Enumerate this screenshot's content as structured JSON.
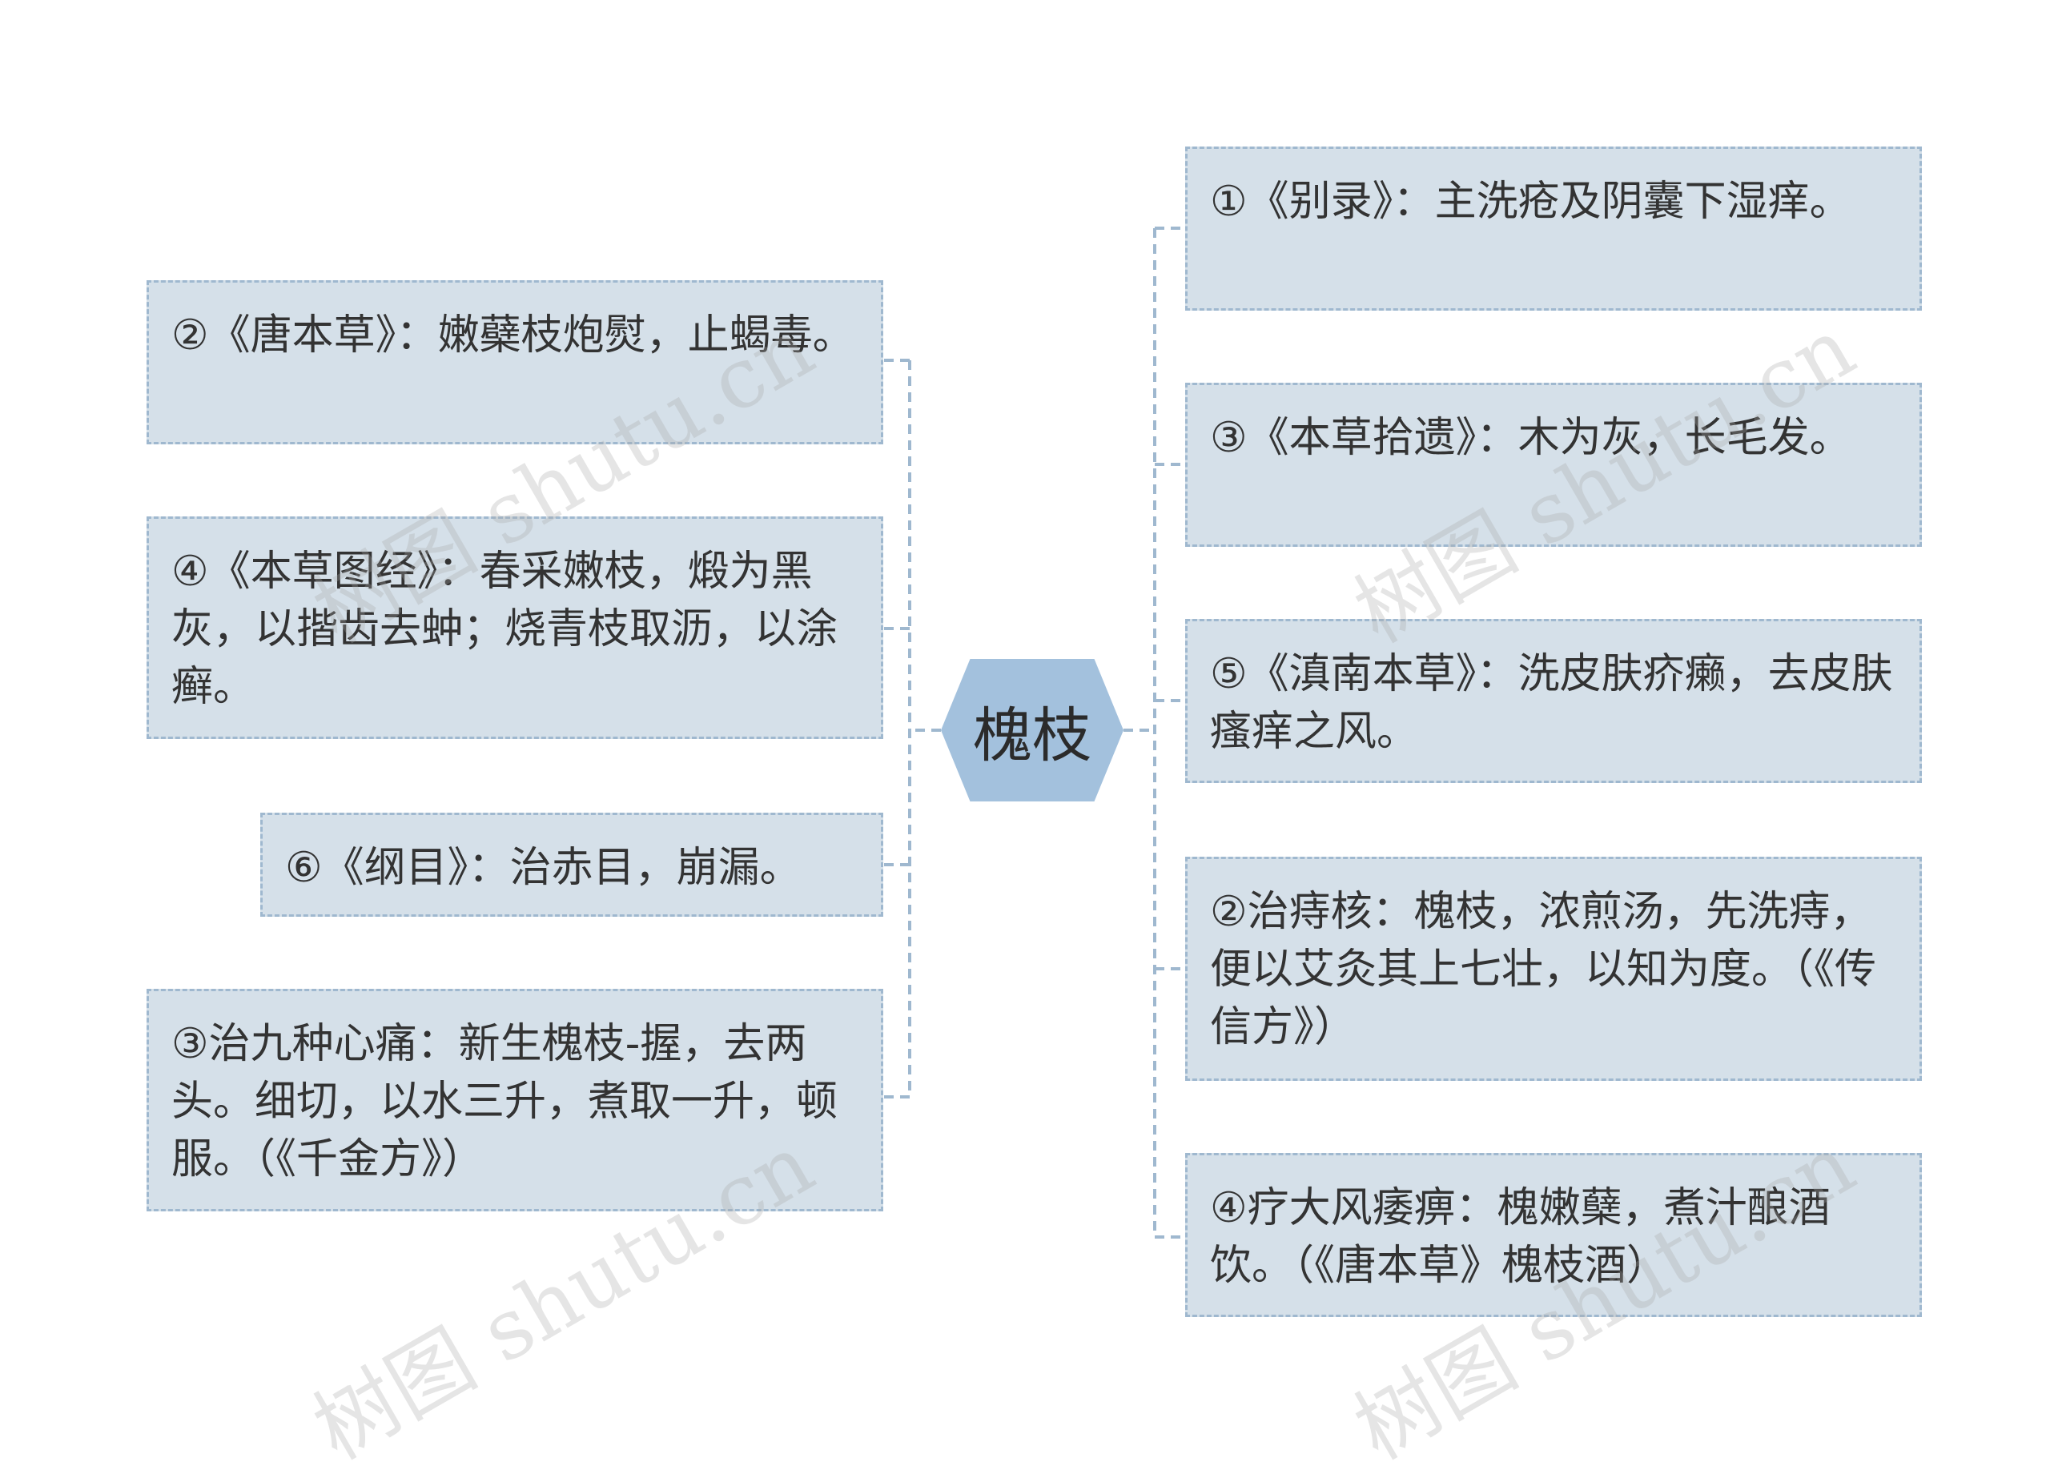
{
  "center": {
    "label": "槐枝"
  },
  "left_topics": [
    {
      "text": "②《唐本草》：嫩蘗枝炮熨，止蝎毒。"
    },
    {
      "text": "④《本草图经》：春采嫩枝，煅为黑灰，以揩齿去蚛；烧青枝取沥，以涂癣。"
    },
    {
      "text": "⑥《纲目》：治赤目，崩漏。"
    },
    {
      "text": "③治九种心痛：新生槐枝-握，去两头。细切，以水三升，煮取一升，顿服。（《千金方》）"
    }
  ],
  "right_topics": [
    {
      "text": "①《别录》：主洗疮及阴囊下湿痒。"
    },
    {
      "text": "③《本草拾遗》：木为灰，长毛发。"
    },
    {
      "text": "⑤《滇南本草》：洗皮肤疥癞，去皮肤瘙痒之风。"
    },
    {
      "text": "②治痔核：槐枝，浓煎汤，先洗痔，便以艾灸其上七壮，以知为度。（《传信方》）"
    },
    {
      "text": "④疗大风痿痹：槐嫩蘖，煮汁酿酒饮。（《唐本草》槐枝酒）"
    }
  ],
  "watermark": {
    "text": "树图 shutu.cn"
  },
  "colors": {
    "topic_fill": "#d5e0e9",
    "topic_border": "#9fb8cf",
    "center_fill": "#a3c1dd",
    "connector": "#9fb8cf"
  }
}
